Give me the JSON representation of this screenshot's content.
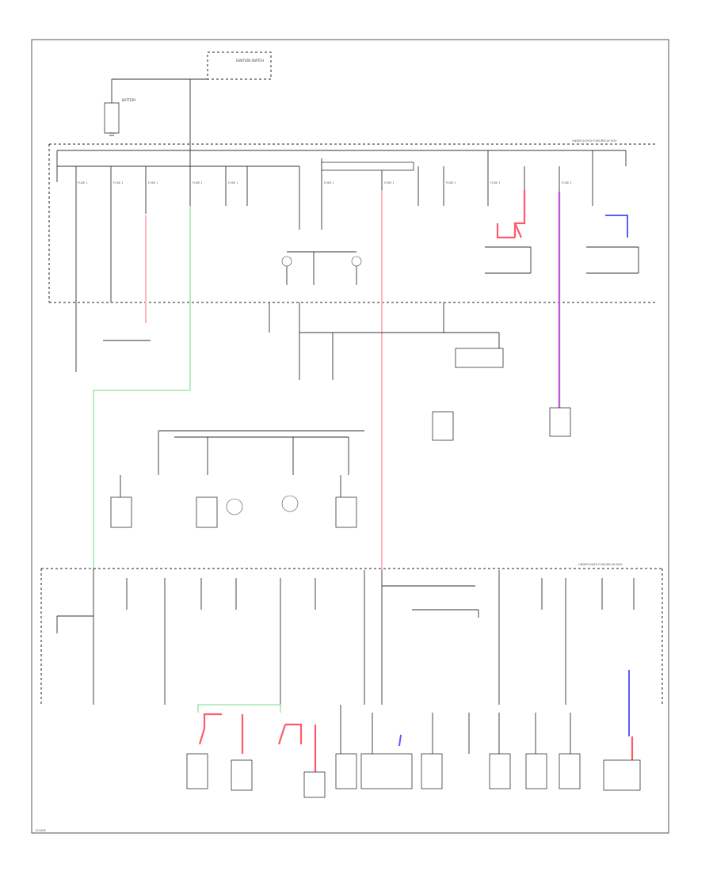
{
  "diagram": {
    "code_label": "125456",
    "top_section_label": "UNDER-HOOD FUSE/RELAY BOX",
    "bottom_section_label": "UNDER-DASH FUSE/RELAY BOX",
    "battery_label": "BATTERY",
    "ignition_label": "IGNITION SWITCH",
    "sample_fuse_label": "FUSE 1",
    "wire_colors": {
      "red": "#ff5a6a",
      "pink": "#ffb5bf",
      "green": "#8fe59a",
      "purple": "#c05ad8",
      "blue": "#5a5aff"
    }
  }
}
